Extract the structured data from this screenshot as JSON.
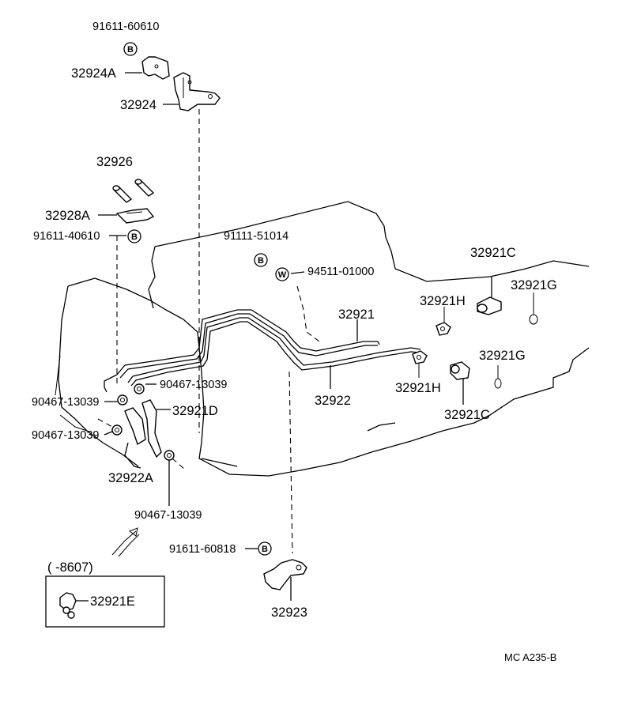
{
  "labels": {
    "p91611_60610": "91611-60610",
    "p32924A": "32924A",
    "p32924": "32924",
    "p32926": "32926",
    "p32928A": "32928A",
    "p91611_40610": "91611-40610",
    "p91111_51014": "91111-51014",
    "p94511_01000": "94511-01000",
    "p32921C_top": "32921C",
    "p32921G_top": "32921G",
    "p32921H_top": "32921H",
    "p32921": "32921",
    "p32921G_mid": "32921G",
    "p90467_a": "90467-13039",
    "p90467_b": "90467-13039",
    "p90467_c": "90467-13039",
    "p90467_d": "90467-13039",
    "p32921D": "32921D",
    "p32922": "32922",
    "p32921H_bot": "32921H",
    "p32921C_bot": "32921C",
    "p32922A": "32922A",
    "p91611_60818": "91611-60818",
    "p32923": "32923",
    "p8607": "(      -8607)",
    "p32921E": "32921E",
    "catalog_ref": "MC  A235-B"
  },
  "badges": {
    "b1": "B",
    "b2": "B",
    "b3": "B",
    "b4": "B",
    "w1": "W"
  }
}
